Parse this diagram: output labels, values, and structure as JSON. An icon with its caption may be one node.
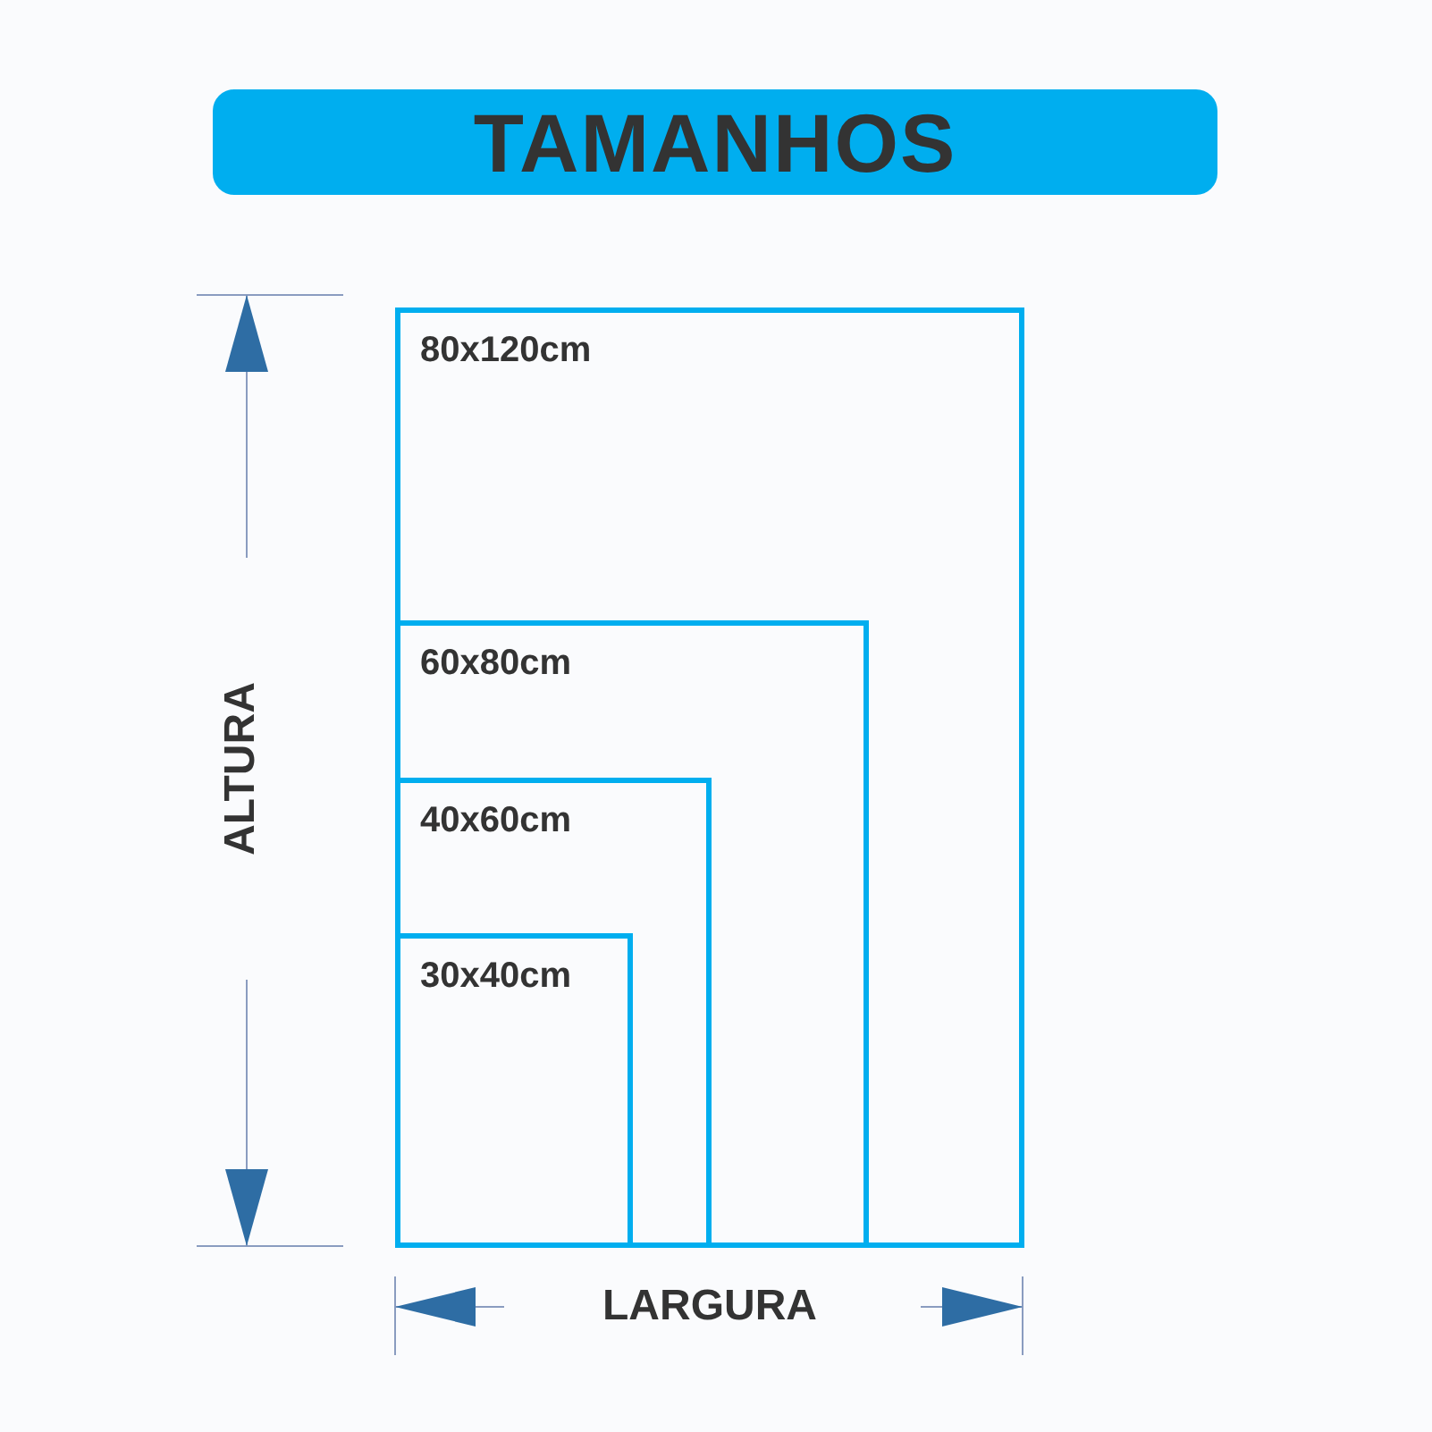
{
  "diagram": {
    "title": "TAMANHOS",
    "nodes": [
      {
        "text": [
          "80x120cm"
        ]
      },
      {
        "text": [
          "60x80cm"
        ],
        "in": 0
      },
      {
        "text": [
          "40x60cm"
        ],
        "in": 1
      },
      {
        "text": [
          "30x40cm"
        ],
        "in": 2
      }
    ],
    "labels": [
      "ALTURA",
      "LARGURA"
    ]
  }
}
